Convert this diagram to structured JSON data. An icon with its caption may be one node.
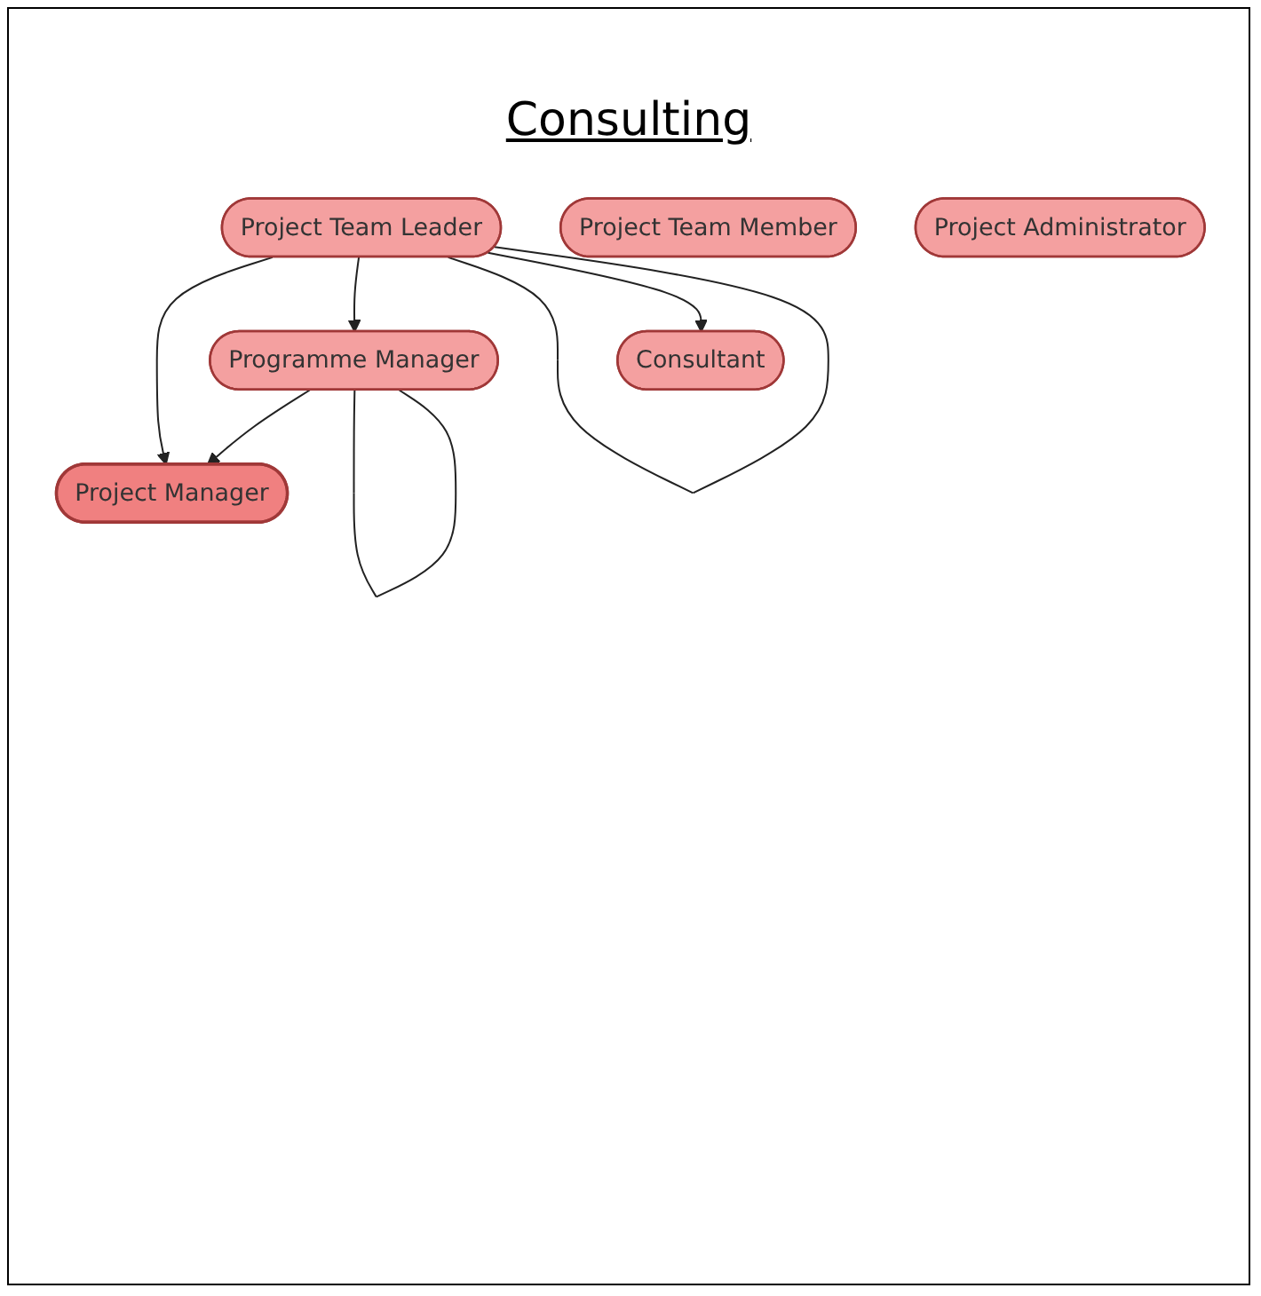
{
  "diagram": {
    "title": "Consulting",
    "nodes": [
      {
        "text": [
          "Project Team Member"
        ]
      },
      {
        "text": [
          "Project Administrator"
        ]
      },
      {
        "text": [
          "Project Manager"
        ]
      },
      {
        "text": [
          "Programme Manager"
        ]
      },
      {
        "text": [
          "Project Team Leader"
        ]
      },
      {
        "text": [
          "Consultant"
        ]
      }
    ],
    "edges": [
      {
        "from": 3,
        "to": 2,
        "arrow": "to"
      },
      {
        "from": 3,
        "to": 3,
        "arrow": "none"
      },
      {
        "from": 4,
        "to": 2,
        "arrow": "to"
      },
      {
        "from": 4,
        "to": 3,
        "arrow": "to"
      },
      {
        "from": 4,
        "to": 4,
        "arrow": "none"
      },
      {
        "from": 4,
        "to": 5,
        "arrow": "to"
      }
    ]
  }
}
